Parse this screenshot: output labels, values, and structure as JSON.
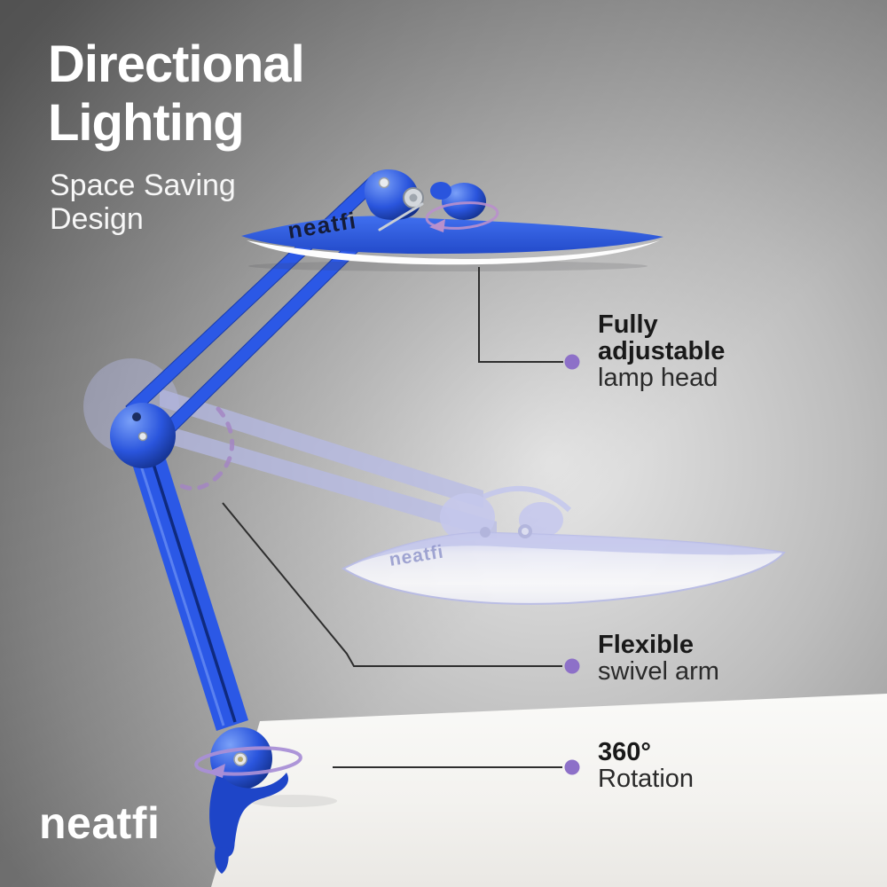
{
  "header": {
    "title": "Directional\nLighting",
    "subtitle": "Space Saving\nDesign"
  },
  "callouts": {
    "lamp_head": {
      "bold": "Fully\nadjustable",
      "text": "lamp head"
    },
    "swivel_arm": {
      "bold": "Flexible",
      "text": "swivel arm"
    },
    "rotation": {
      "bold": "360°",
      "text": "Rotation"
    }
  },
  "brand": {
    "logo": "neatfi",
    "lamp_print": "neatfi",
    "ghost_lamp_print": "neatfi"
  },
  "colors": {
    "lamp_blue": "#2b58e6",
    "lamp_blue_dark": "#16338f",
    "accent_purple_dot": "#8d70c8",
    "rotation_arrow_purple": "#a98fd6",
    "ghost_lavender": "#babee9",
    "desk_white": "#f5f4f1",
    "background_gray_dark": "#5e5e5e",
    "background_gray_light": "#e6e6e6",
    "callout_line": "#2e2e2e",
    "text_dark": "#191919",
    "title_white": "#ffffff"
  }
}
